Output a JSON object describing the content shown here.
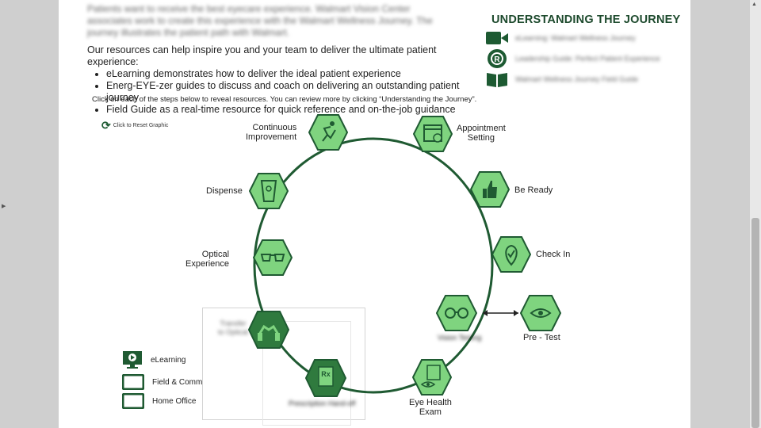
{
  "intro": {
    "blurred_text": "Patients want to receive the best eyecare experience. Walmart Vision Center associates work to create this experience with the Walmart Wellness Journey. The journey illustrates the patient path with Walmart.",
    "lead": "Our resources can help inspire you and your team to deliver the ultimate patient experience:",
    "bullets": [
      "eLearning demonstrates how to deliver the ideal patient experience",
      "Energ-EYE-zer guides to discuss and coach on delivering an outstanding patient journey",
      "Field Guide as a real-time resource for quick reference and on-the-job guidance"
    ],
    "instruction": "Click on each of the steps below to reveal resources. You can review more by clicking “Understanding the Journey”.",
    "reset_label": "Click to Reset Graphic"
  },
  "journey_panel": {
    "title": "UNDERSTANDING THE JOURNEY",
    "items": [
      {
        "icon": "video-camera-icon",
        "label": "eLearning: Walmart Wellness Journey"
      },
      {
        "icon": "energizer-badge-icon",
        "label": "Leadership Guide: Perfect Patient Experience"
      },
      {
        "icon": "book-icon",
        "label": "Walmart Wellness Journey Field Guide"
      }
    ]
  },
  "legend": [
    {
      "icon": "monitor-play-icon",
      "label": "eLearning"
    },
    {
      "icon": "monitor-icon",
      "label": "Field & Comm"
    },
    {
      "icon": "monitor-icon",
      "label": "Home Office"
    }
  ],
  "steps": {
    "continuous_improvement": {
      "line1": "Continuous",
      "line2": "Improvement",
      "icon": "runner-icon"
    },
    "appointment_setting": {
      "line1": "Appointment",
      "line2": "Setting",
      "icon": "calendar-icon"
    },
    "be_ready": {
      "label": "Be Ready",
      "icon": "thumbs-up-icon"
    },
    "check_in": {
      "label": "Check In",
      "icon": "location-check-icon"
    },
    "pre_test": {
      "label": "Pre - Test",
      "icon": "eye-scan-icon"
    },
    "optician_glasses": {
      "label": "Vision Testing",
      "icon": "glasses-icon"
    },
    "eye_health_exam": {
      "line1": "Eye Health",
      "line2": "Exam",
      "icon": "eye-chart-icon"
    },
    "prescription": {
      "line1": "Prescription Hand-off",
      "line2": "Hand-off",
      "icon": "prescription-icon"
    },
    "transfer": {
      "line1": "Transfer",
      "line2": "to Optical",
      "icon": "handshake-icon"
    },
    "optical_experience": {
      "line1": "Optical",
      "line2": "Experience",
      "icon": "sunglasses-icon"
    },
    "dispense": {
      "label": "Dispense",
      "icon": "frame-bag-icon"
    }
  },
  "colors": {
    "ring": "#1f5a32",
    "hex_fill": "#7fd47f",
    "hex_stroke": "#1f5a32",
    "hex_active": "#2f7a3e",
    "title": "#1d4a2d"
  }
}
